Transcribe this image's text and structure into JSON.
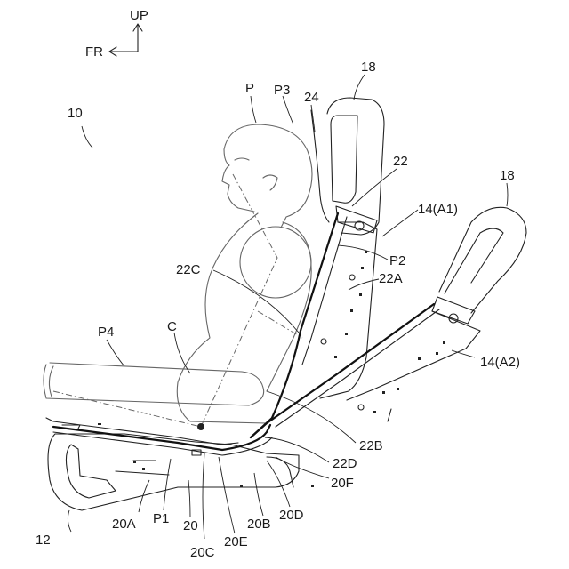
{
  "direction": {
    "up": "UP",
    "front": "FR"
  },
  "labels": {
    "l10": "10",
    "l12": "12",
    "l14a1": "14(A1)",
    "l14a2": "14(A2)",
    "l18a": "18",
    "l18b": "18",
    "lP": "P",
    "lP1": "P1",
    "lP2": "P2",
    "lP3": "P3",
    "lP4": "P4",
    "lC": "C",
    "l20": "20",
    "l20A": "20A",
    "l20B": "20B",
    "l20C": "20C",
    "l20D": "20D",
    "l20E": "20E",
    "l20F": "20F",
    "l22": "22",
    "l22A": "22A",
    "l22B": "22B",
    "l22C": "22C",
    "l22D": "22D",
    "l24": "24"
  },
  "colors": {
    "line": "#222222",
    "occupant": "#666666",
    "background": "#ffffff"
  }
}
